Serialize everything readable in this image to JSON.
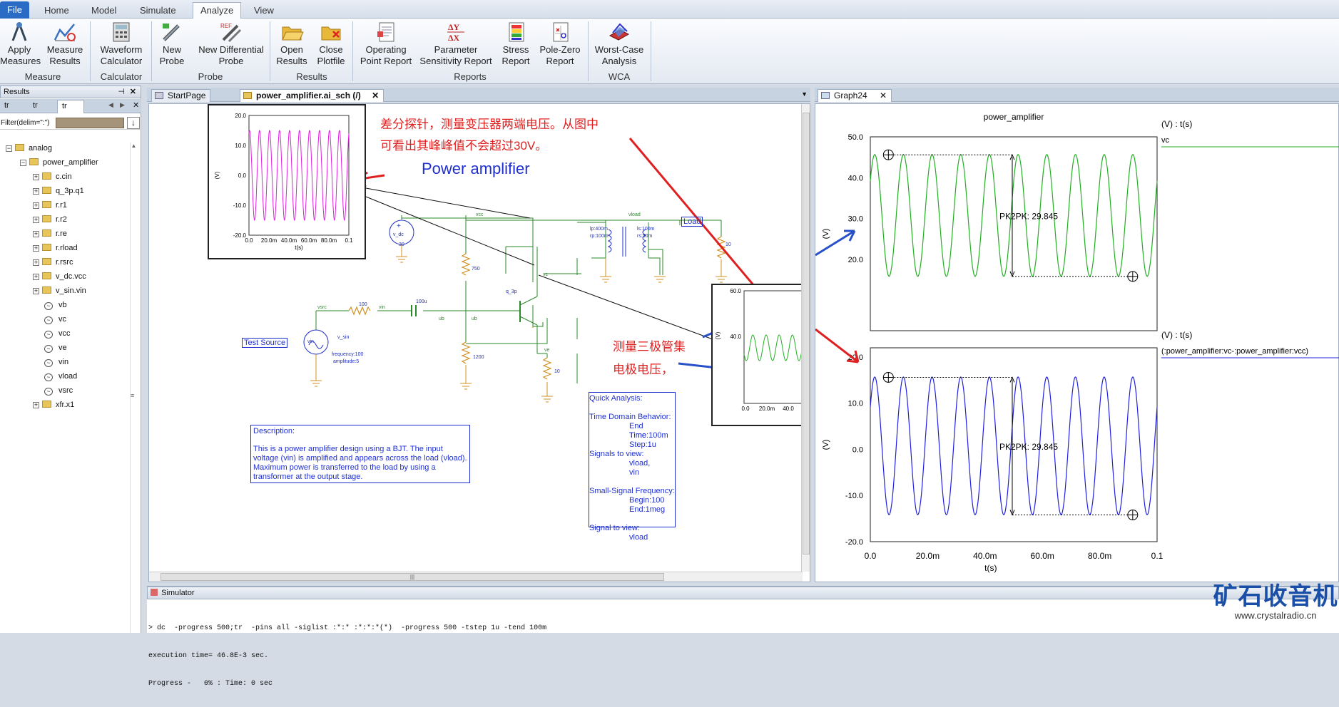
{
  "menu": {
    "tabs": [
      "File",
      "Home",
      "Model",
      "Simulate",
      "Analyze",
      "View"
    ],
    "active": "Analyze"
  },
  "ribbon": {
    "buttons": [
      {
        "l1": "Apply",
        "l2": "Measures"
      },
      {
        "l1": "Measure",
        "l2": "Results"
      },
      {
        "l1": "Waveform",
        "l2": "Calculator",
        "l3": "Calculator"
      },
      {
        "l1": "New",
        "l2": "Probe"
      },
      {
        "l1": "New Differential",
        "l2": "Probe"
      },
      {
        "l1": "Open",
        "l2": "Results"
      },
      {
        "l1": "Close",
        "l2": "Plotfile"
      },
      {
        "l1": "Operating",
        "l2": "Point Report"
      },
      {
        "l1": "Parameter",
        "l2": "Sensitivity Report"
      },
      {
        "l1": "Stress",
        "l2": "Report"
      },
      {
        "l1": "Pole-Zero",
        "l2": "Report"
      },
      {
        "l1": "Worst-Case",
        "l2": "Analysis",
        "l3": "WCA"
      }
    ],
    "groups": [
      "Measure",
      "Probe",
      "Results",
      "Reports"
    ]
  },
  "results_panel": {
    "title": "Results",
    "tabs": [
      "tr",
      "tr",
      "tr"
    ],
    "filter_label": "Filter(delim=\":\")",
    "tree": [
      {
        "label": "analog",
        "kind": "root"
      },
      {
        "label": "power_amplifier",
        "kind": "folder"
      },
      {
        "label": "c.cin",
        "kind": "sub"
      },
      {
        "label": "q_3p.q1",
        "kind": "sub"
      },
      {
        "label": "r.r1",
        "kind": "sub"
      },
      {
        "label": "r.r2",
        "kind": "sub"
      },
      {
        "label": "r.re",
        "kind": "sub"
      },
      {
        "label": "r.rload",
        "kind": "sub"
      },
      {
        "label": "r.rsrc",
        "kind": "sub"
      },
      {
        "label": "v_dc.vcc",
        "kind": "sub"
      },
      {
        "label": "v_sin.vin",
        "kind": "sub"
      },
      {
        "label": "vb",
        "kind": "wave"
      },
      {
        "label": "vc",
        "kind": "wave"
      },
      {
        "label": "vcc",
        "kind": "wave"
      },
      {
        "label": "ve",
        "kind": "wave"
      },
      {
        "label": "vin",
        "kind": "wave"
      },
      {
        "label": "vload",
        "kind": "wave"
      },
      {
        "label": "vsrc",
        "kind": "wave"
      },
      {
        "label": "xfr.x1",
        "kind": "sub"
      }
    ]
  },
  "doc_tabs": [
    "StartPage",
    "power_amplifier.ai_sch (/)"
  ],
  "graph_tab": "Graph24",
  "schematic": {
    "annotation_top_1": "差分探针，测量变压器两端电压。从图中",
    "annotation_top_2": "可看出其峰峰值不会超过30V。",
    "title": "Power amplifier",
    "annotation_mid_1": "测量三极管集",
    "annotation_mid_2": "电极电压，",
    "load_label": "Load",
    "source_label": "Test Source",
    "labels": {
      "vcc": "vcc",
      "vload": "vload",
      "v_dc": "v_dc",
      "dc30": "30",
      "r750": "750",
      "r1200": "1200",
      "r100": "100",
      "c100u": "100u",
      "vsrc": "vsrc",
      "vin": "vin",
      "vin2": "vin",
      "ub": "ub",
      "ub2": "ub",
      "q3p": "q_3p",
      "vc": "vc",
      "ve": "ve",
      "r10": "10",
      "r10b": "10",
      "vsin": "v_sin",
      "freq": "frequency:100",
      "amp": "amplitude:5",
      "lp": "lp:400m",
      "rp": "rp:100m",
      "ls": "ls:100m",
      "rs": "rs:50m"
    },
    "mini1_y": [
      "20.0",
      "10.0",
      "0.0",
      "-10.0",
      "-20.0"
    ],
    "mini1_x": [
      "0.0",
      "20.0m",
      "40.0m",
      "60.0m",
      "80.0m",
      "0.1"
    ],
    "mini1_xlabel": "t(s)",
    "mini1_ylabel": "(V)",
    "mini2_y": [
      "60.0",
      "40.0"
    ],
    "mini2_x": [
      "0.0",
      "20.0m",
      "40.0"
    ],
    "mini2_ylabel": "(V)",
    "desc_title": "Description:",
    "desc_text": "This is a  power amplifier design using a BJT. The input voltage (vin) is amplified and appears across the load (vload).  Maximum power is transferred to the load by using a  transformer at the output stage.",
    "qa": [
      "Quick Analysis:",
      "",
      "Time Domain Behavior:",
      "End Time:100m",
      "Time Step:1u",
      "",
      "Signals to view:",
      "vload,",
      "vin",
      "",
      "Small-Signal Frequency:",
      "Begin:100",
      "End:1meg",
      "",
      "Signal to view:",
      "vload"
    ]
  },
  "graph": {
    "title": "power_amplifier",
    "top_unit": "(V) : t(s)",
    "top_legend": "vc",
    "bottom_unit": "(V) : t(s)",
    "bottom_legend": "(:power_amplifier:vc-:power_amplifier:vcc)",
    "y_label": "(V)",
    "x_label": "t(s)",
    "top_y": [
      "50.0",
      "40.0",
      "30.0",
      "20.0"
    ],
    "bottom_y": [
      "20.0",
      "10.0",
      "0.0",
      "-10.0",
      "-20.0"
    ],
    "x_ticks": [
      "0.0",
      "20.0m",
      "40.0m",
      "60.0m",
      "80.0m",
      "0.1"
    ],
    "pk_top": "PK2PK: 29.845",
    "pk_bottom": "PK2PK: 29.845",
    "top_color": "#22b022",
    "bottom_color": "#2020e0"
  },
  "simulator": {
    "title": "Simulator",
    "lines": [
      "> dc  -progress 500;tr  -pins all -siglist :*:* :*:*:*(*)  -progress 500 -tstep 1u -tend 100m",
      "execution time= 46.8E-3 sec.",
      "Progress -   0% : Time: 0 sec"
    ]
  },
  "watermark": {
    "cn": "矿石收音机",
    "url": "www.crystalradio.cn"
  }
}
